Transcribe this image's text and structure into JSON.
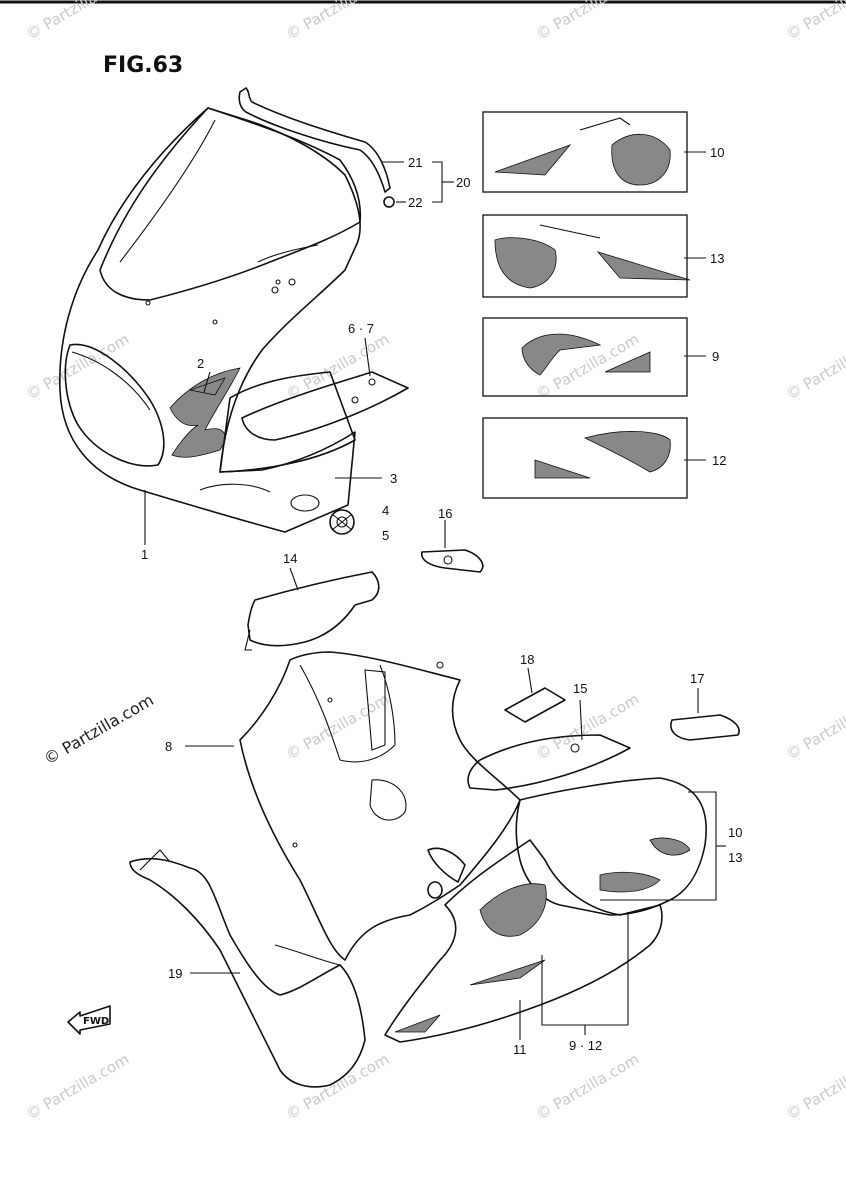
{
  "figure": {
    "title": "FIG.63"
  },
  "watermark": {
    "text": "© Partzilla.com"
  },
  "fwd_arrow": {
    "label": "FWD"
  },
  "callouts": {
    "c1": "1",
    "c2": "2",
    "c3": "3",
    "c4": "4",
    "c5": "5",
    "c6_7": "6 · 7",
    "c8": "8",
    "c9": "9",
    "c9_12": "9 · 12",
    "c10": "10",
    "c10_13_a": "10",
    "c10_13_b": "13",
    "c11": "11",
    "c12": "12",
    "c13": "13",
    "c14": "14",
    "c15": "15",
    "c16": "16",
    "c17": "17",
    "c18": "18",
    "c19": "19",
    "c20": "20",
    "c21": "21",
    "c22": "22"
  }
}
